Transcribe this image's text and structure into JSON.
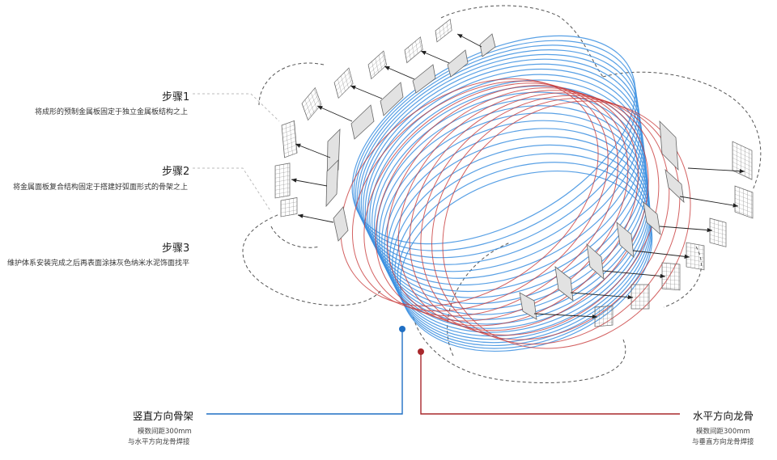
{
  "steps": [
    {
      "title": "步骤1",
      "desc": "将成形的预制金属板固定于独立金属板结构之上"
    },
    {
      "title": "步骤2",
      "desc": "将金属面板复合结构固定于搭建好弧面形式的骨架之上"
    },
    {
      "title": "步骤3",
      "desc": "维护体系安装完成之后再表面涂抹灰色纳米水泥饰面找平"
    }
  ],
  "legend": {
    "vertical": {
      "title": "竖直方向骨架",
      "line1": "模数间距300mm",
      "line2": "与水平方向龙骨焊接",
      "color": "#1f6fc4"
    },
    "horizontal": {
      "title": "水平方向龙骨",
      "line1": "模数间距300mm",
      "line2": "与垂直方向龙骨焊接",
      "color": "#a8282c"
    }
  },
  "colors": {
    "blue_rib": "#3b8fe0",
    "red_rib": "#c83a3a",
    "panel_fill": "#e2e2e2",
    "dash": "#555555"
  },
  "icons": [
    "arrow-icon",
    "mesh-panel-icon",
    "panel-plate-icon"
  ]
}
